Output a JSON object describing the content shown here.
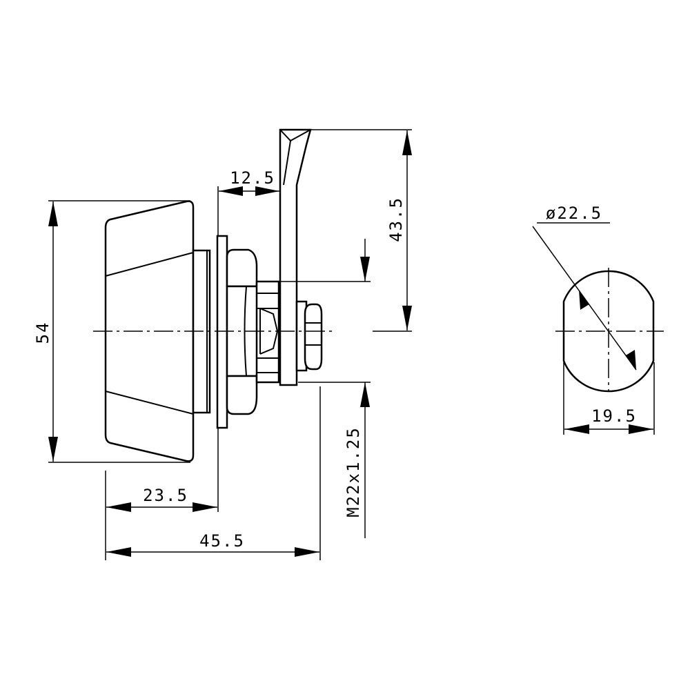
{
  "dimensions": {
    "knob_height": "54",
    "knob_depth": "23.5",
    "overall_length": "45.5",
    "cam_offset": "12.5",
    "cam_length": "43.5",
    "thread": "M22x1.25",
    "cutout_diameter": "ø22.5",
    "cutout_width": "19.5"
  }
}
